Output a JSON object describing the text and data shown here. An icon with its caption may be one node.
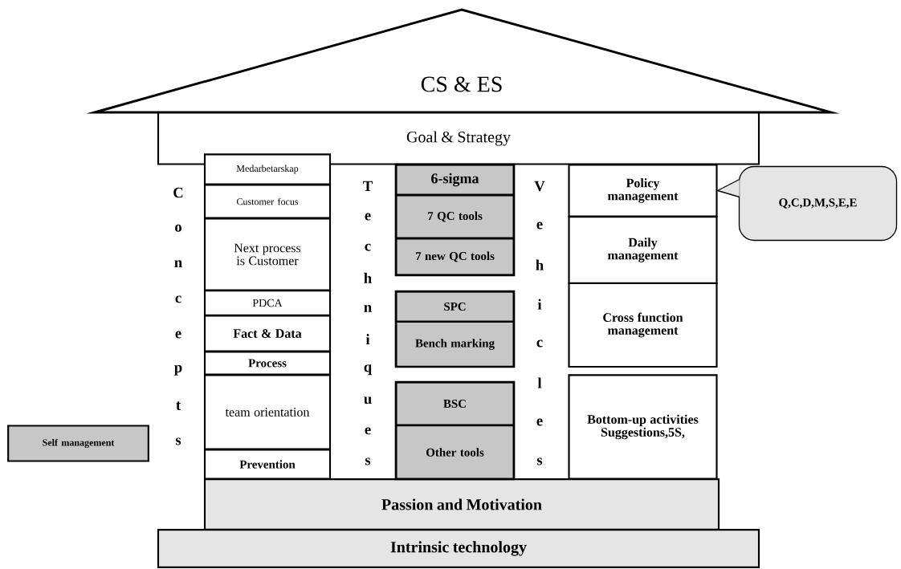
{
  "diagram": {
    "nodes": [
      {
        "text": [
          "CS & ES"
        ]
      },
      {
        "text": [
          "Goal & Strategy"
        ]
      },
      {
        "text": [
          "Medarbetarskap"
        ]
      },
      {
        "text": [
          "Customer focus"
        ]
      },
      {
        "text": [
          "Next process is Customer"
        ]
      },
      {
        "text": [
          "PDCA"
        ]
      },
      {
        "text": [
          "Fact & Data"
        ]
      },
      {
        "text": [
          "Process"
        ]
      },
      {
        "text": [
          "team orientation"
        ]
      },
      {
        "text": [
          "Prevention"
        ]
      },
      {
        "text": [
          "6-sigma"
        ]
      },
      {
        "text": [
          "7 QC tools"
        ]
      },
      {
        "text": [
          "7 new QC tools"
        ]
      },
      {
        "text": [
          "SPC"
        ]
      },
      {
        "text": [
          "Bench marking"
        ]
      },
      {
        "text": [
          "BSC"
        ]
      },
      {
        "text": [
          "Other tools"
        ]
      },
      {
        "text": [
          "Policy management"
        ]
      },
      {
        "text": [
          "Daily management"
        ]
      },
      {
        "text": [
          "Cross function management"
        ]
      },
      {
        "text": [
          "Bottom-up activities Suggestions,5S,"
        ]
      },
      {
        "text": [
          "Q,C,D,M,S,E,E"
        ]
      },
      {
        "text": [
          "Passion and Motivation"
        ]
      },
      {
        "text": [
          "Intrinsic technology"
        ]
      },
      {
        "text": [
          "Self management"
        ]
      }
    ],
    "edges": [
      {
        "from": 21,
        "to": 17,
        "arrow": "to"
      }
    ],
    "labels": [
      "C",
      "o",
      "n",
      "c",
      "e",
      "p",
      "t",
      "s",
      "T",
      "e",
      "c",
      "h",
      "n",
      "i",
      "q",
      "u",
      "e",
      "s",
      "V",
      "e",
      "h",
      "i",
      "c",
      "l",
      "e",
      "s"
    ]
  }
}
